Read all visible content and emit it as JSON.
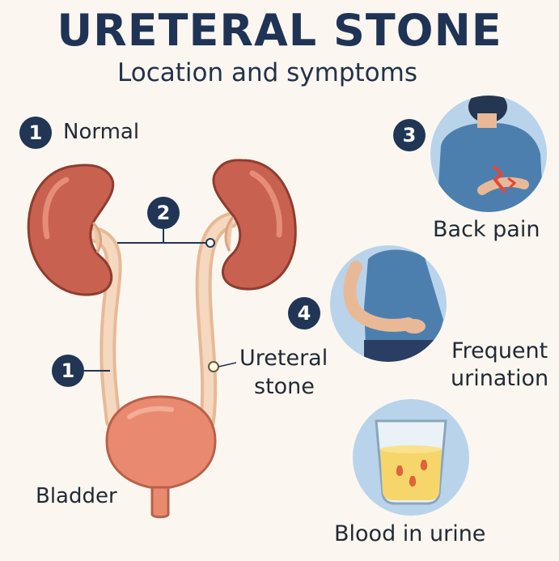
{
  "title": "URETERAL STONE",
  "subtitle": "Location and symptoms",
  "labels": {
    "normal": "Normal",
    "ureteral_stone_line1": "Ureteral",
    "ureteral_stone_line2": "stone",
    "bladder": "Bladder",
    "back_pain": "Back pain",
    "frequent_line1": "Frequent",
    "frequent_line2": "urination",
    "blood_in_urine": "Blood in urine"
  },
  "badges": {
    "normal": "1",
    "stone_location": "2",
    "back_pain": "3",
    "frequent_urination": "4",
    "ureter": "1"
  },
  "colors": {
    "title": "#1f3355",
    "badge": "#213555",
    "kidney": "#c8614f",
    "ureter": "#f1cdb0",
    "bladder": "#e98a70",
    "circle_bg": "#b9d4ea",
    "shirt": "#4d7fae",
    "urine": "#f6d66a"
  }
}
